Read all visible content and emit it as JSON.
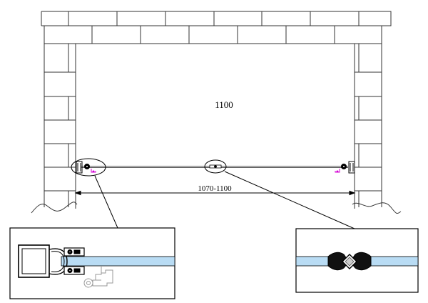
{
  "drawing": {
    "opening_width_label": "1100",
    "adjustment_range_label": "1070-1100",
    "colors": {
      "glass": "#b9dcf4",
      "accent_magenta": "#d400d4",
      "wall_line": "#333333"
    }
  },
  "callouts": [
    {
      "name": "wall-profile-detail",
      "subject": "wall-profile-with-glass-clamp"
    },
    {
      "name": "glass-connector-detail",
      "subject": "center-glass-hinge-connector"
    }
  ]
}
